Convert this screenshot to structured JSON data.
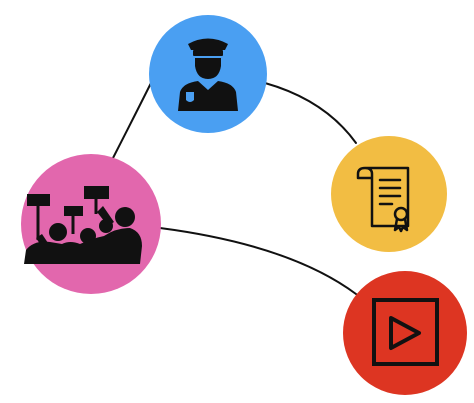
{
  "diagram": {
    "background": "#ffffff",
    "connector_color": "#111111",
    "nodes": [
      {
        "id": "police",
        "icon": "police-officer-icon",
        "color": "#4a9ff2"
      },
      {
        "id": "protest",
        "icon": "protest-crowd-icon",
        "color": "#e267ad"
      },
      {
        "id": "certificate",
        "icon": "certificate-scroll-icon",
        "color": "#f2bd43"
      },
      {
        "id": "video",
        "icon": "video-play-icon",
        "color": "#dd3522"
      }
    ],
    "connections": [
      {
        "from": "protest",
        "to": "police"
      },
      {
        "from": "police",
        "to": "certificate"
      },
      {
        "from": "protest",
        "to": "video"
      }
    ]
  }
}
